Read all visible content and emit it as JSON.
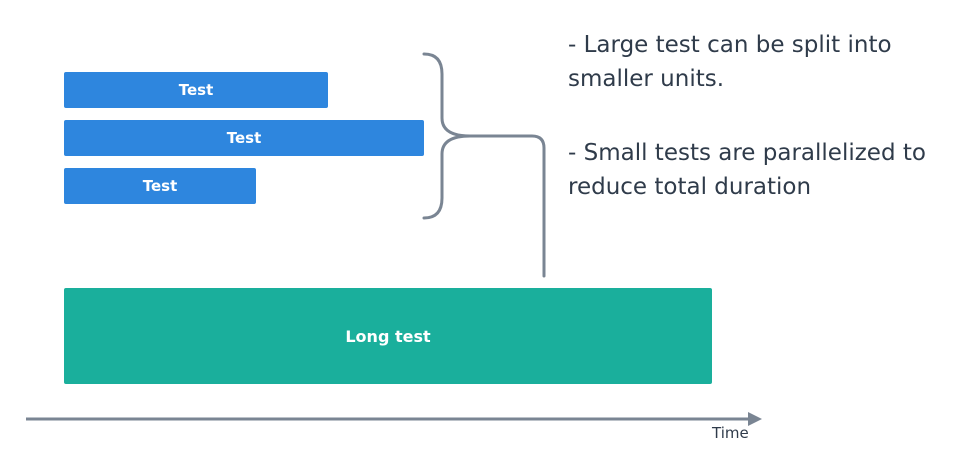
{
  "bars": {
    "short_1": "Test",
    "short_2": "Test",
    "short_3": "Test",
    "long": "Long test"
  },
  "notes": [
    "- Large test can be split into smaller units.",
    "- Small tests are parallelized to reduce total duration"
  ],
  "axis": {
    "label": "Time"
  },
  "colors": {
    "test_bar": "#2e86de",
    "long_test_bar": "#1aaf9c",
    "connector": "#7a8593",
    "text": "#2f3b4a"
  }
}
